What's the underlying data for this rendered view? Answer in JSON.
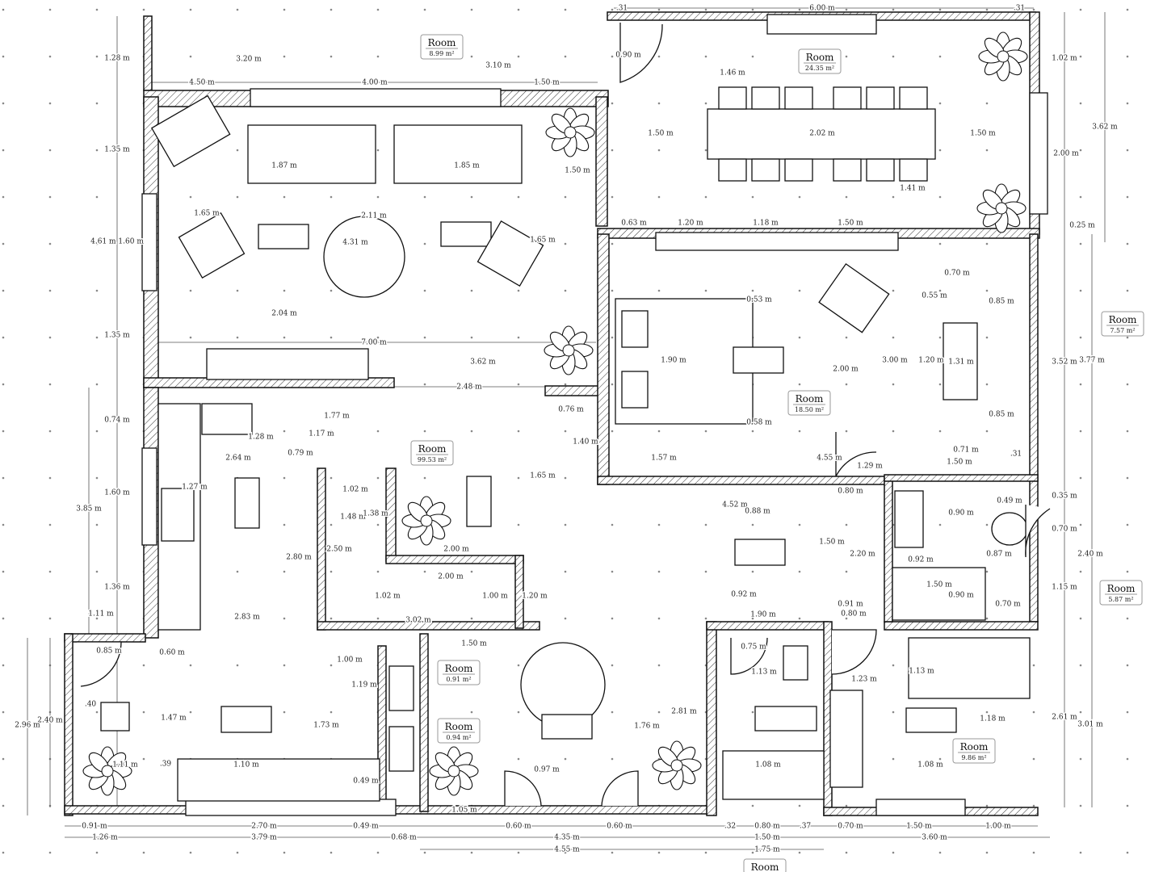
{
  "rooms": [
    {
      "name": "Room",
      "area": "8.99 m²"
    },
    {
      "name": "Room",
      "area": "24.35 m²"
    },
    {
      "name": "Room",
      "area": "99.53 m²"
    },
    {
      "name": "Room",
      "area": "18.50 m²"
    },
    {
      "name": "Room",
      "area": "7.57 m²"
    },
    {
      "name": "Room",
      "area": "5.87 m²"
    },
    {
      "name": "Room",
      "area": "0.91 m²"
    },
    {
      "name": "Room",
      "area": "0.94 m²"
    },
    {
      "name": "Room",
      "area": "9.86 m²"
    },
    {
      "name": "Room",
      "area": ""
    }
  ],
  "dimensions": [
    "6.00 m",
    ".31",
    ".31",
    "1.28 m",
    "3.20 m",
    "3.10 m",
    "0.90 m",
    "1.46 m",
    "1.02 m",
    "4.50 m",
    "4.00 m",
    "1.50 m",
    "1.35 m",
    "3.62 m",
    "1.50 m",
    "2.02 m",
    "1.50 m",
    "2.00 m",
    "1.87 m",
    "1.85 m",
    "1.50 m",
    "1.41 m",
    "1.65 m",
    "2.11 m",
    "1.65 m",
    "0.63 m",
    "1.20 m",
    "1.18 m",
    "1.50 m",
    "0.25 m",
    "4.61 m 1.60 m",
    "4.31 m",
    "0.70 m",
    "0.53 m",
    "0.55 m",
    "0.85 m",
    "2.04 m",
    "1.35 m",
    "7.00 m",
    "1.90 m",
    "3.00 m",
    "1.20 m",
    "1.31 m",
    "3.52 m",
    "3.77 m",
    "2.00 m",
    "3.62 m",
    "2.48 m",
    "0.76 m",
    "1.77 m",
    "0.74 m",
    "0.85 m",
    "1.28 m",
    "1.17 m",
    "0.58 m",
    "1.40 m",
    "0.71 m",
    "2.64 m",
    "0.79 m",
    "1.57 m",
    "4.55 m",
    "1.29 m",
    "1.50 m",
    ".31",
    "1.65 m",
    "1.27 m",
    "1.02 m",
    "0.80 m",
    "1.60 m",
    "0.49 m",
    "0.35 m",
    "4.52 m",
    "0.88 m",
    "1.48 m",
    "1.38 m",
    "0.90 m",
    "3.85 m",
    "0.70 m",
    "1.50 m",
    "2.50 m",
    "2.00 m",
    "2.20 m",
    "0.92 m",
    "0.87 m",
    "2.40 m",
    "2.80 m",
    "2.00 m",
    "1.50 m",
    "1.36 m",
    "1.15 m",
    "1.02 m",
    "1.00 m",
    "1.20 m",
    "0.90 m",
    "0.92 m",
    "0.91 m",
    "0.70 m",
    "2.83 m",
    "3.02 m",
    "1.90 m",
    "0.80 m",
    "1.11 m",
    "1.50 m",
    "0.85 m",
    "0.60 m",
    "0.75 m",
    "1.00 m",
    "1.13 m",
    "1.23 m",
    "1.13 m",
    "1.19 m",
    "2.81 m",
    "2.40 m",
    "2.96 m",
    "1.47 m",
    "1.73 m",
    "1.76 m",
    "1.18 m",
    "2.61 m",
    "3.01 m",
    ".40",
    "1.10 m",
    ".39",
    "1.11 m",
    "1.08 m",
    "1.08 m",
    "0.97 m",
    "0.49 m",
    "1.05 m",
    "0.91 m",
    "2.70 m",
    "0.49 m",
    "0.60 m",
    "0.60 m",
    ".32",
    "0.80 m",
    ".37",
    "0.70 m",
    "1.50 m",
    "1.00 m",
    "1.26 m",
    "3.79 m",
    "0.68 m",
    "4.35 m",
    "1.50 m",
    "3.60 m",
    "4.55 m",
    "1.75 m"
  ]
}
